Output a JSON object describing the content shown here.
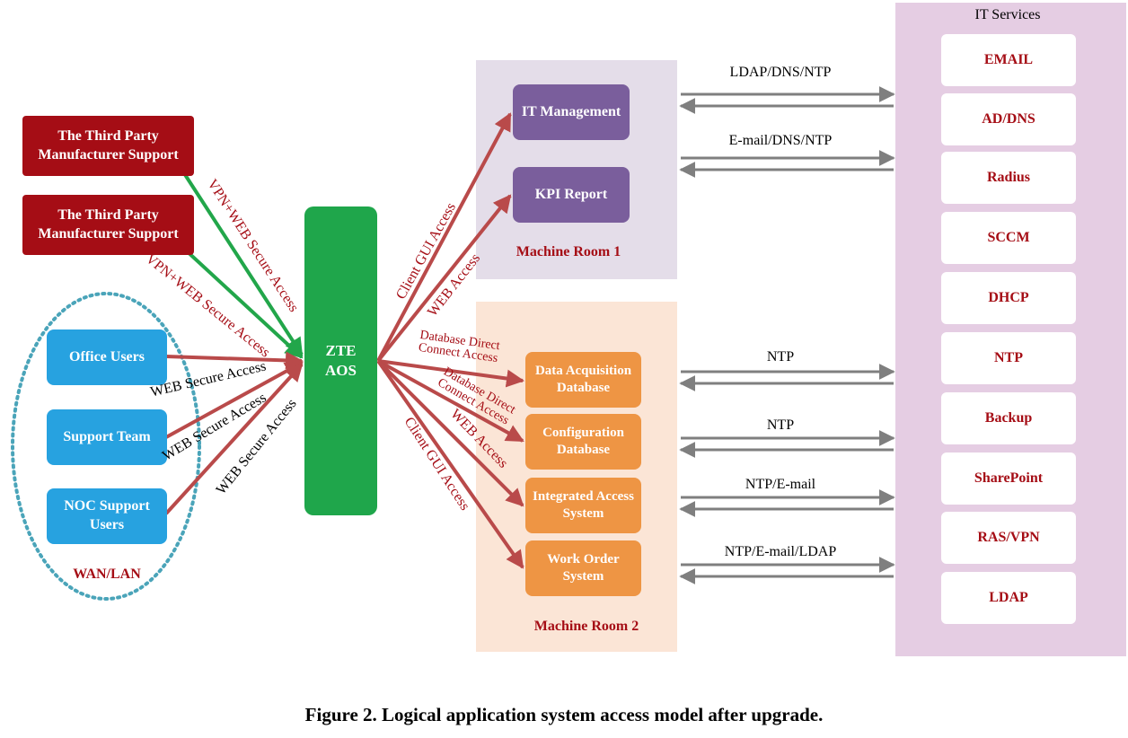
{
  "it_services": {
    "title": "IT Services",
    "items": [
      "EMAIL",
      "AD/DNS",
      "Radius",
      "SCCM",
      "DHCP",
      "NTP",
      "Backup",
      "SharePoint",
      "RAS/VPN",
      "LDAP"
    ]
  },
  "third_party": {
    "box1": "The Third Party Manufacturer Support",
    "box2": "The Third Party Manufacturer Support"
  },
  "users": {
    "office": "Office Users",
    "support": "Support Team",
    "noc": "NOC Support Users",
    "group_label": "WAN/LAN"
  },
  "center": {
    "label": "ZTE AOS"
  },
  "room1": {
    "label": "Machine Room 1",
    "items": [
      "IT Management",
      "KPI Report"
    ]
  },
  "room2": {
    "label": "Machine Room 2",
    "items": [
      "Data Acquisition Database",
      "Configuration Database",
      "Integrated Access System",
      "Work Order System"
    ]
  },
  "link_labels": {
    "vpn_web_1": "VPN+WEB Secure Access",
    "vpn_web_2": "VPN+WEB Secure Access",
    "web_secure_1": "WEB Secure Access",
    "web_secure_2": "WEB Secure Access",
    "web_secure_3": "WEB Secure Access",
    "client_gui_1": "Client GUI Access",
    "web_access_1": "WEB Access",
    "db_direct_1": "Database Direct Connect Access",
    "db_direct_2": "Database Direct Connect Access",
    "web_access_2": "WEB Access",
    "client_gui_2": "Client GUI Access"
  },
  "protocols": [
    "LDAP/DNS/NTP",
    "E-mail/DNS/NTP",
    "NTP",
    "NTP",
    "NTP/E-mail",
    "NTP/E-mail/LDAP"
  ],
  "colors": {
    "red_link": "#b94a4a",
    "green_link": "#22a64a",
    "gray_arrow": "#7f7f7f",
    "brand_red": "#a50d15",
    "room1_bg": "#e4dde9",
    "room2_bg": "#fbe5d6",
    "services_bg": "#e5cde3"
  },
  "caption": "Figure 2. Logical application system access model after upgrade."
}
